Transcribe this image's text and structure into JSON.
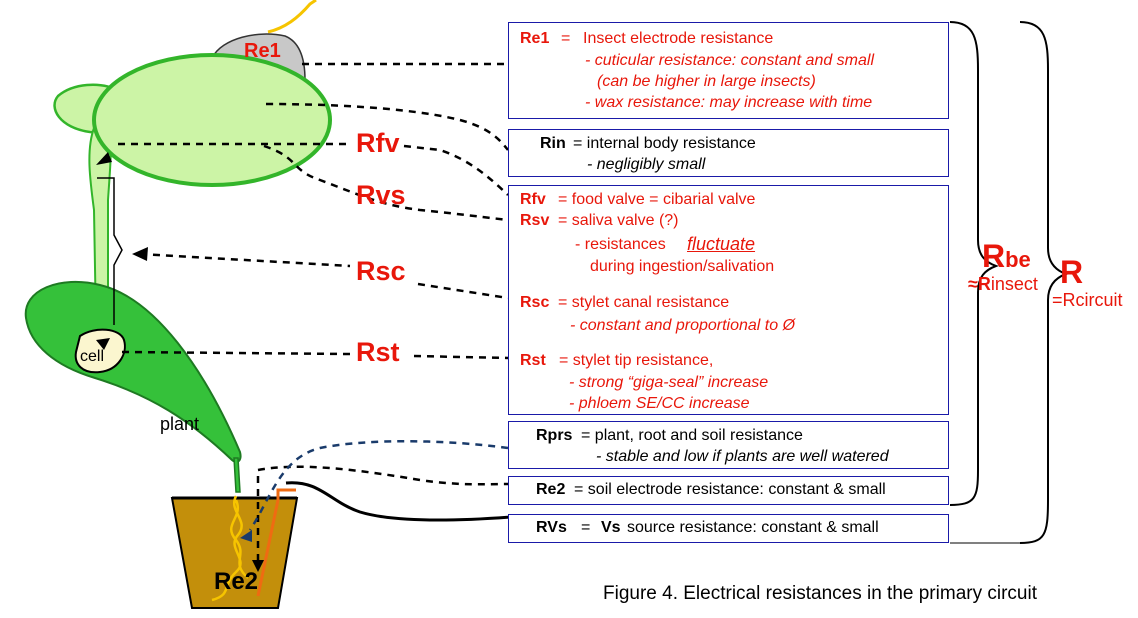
{
  "colors": {
    "accent_red": "#e8170b",
    "box_border": "#1a1aa8",
    "insect_fill": "#ccf4a6",
    "insect_outline": "#33b52a",
    "plant_leaf": "#35c13a",
    "pot": "#c38f0b",
    "wire_yellow": "#f6c400",
    "electrode_orange": "#ef6b12",
    "dash_blue": "#1a3b6b"
  },
  "diagram": {
    "labels": {
      "re1": "Re1",
      "rfv": "Rfv",
      "rvs": "Rvs",
      "rsc": "Rsc",
      "rst": "Rst",
      "cell": "cell",
      "plant": "plant",
      "re2": "Re2"
    },
    "boxes": {
      "re1": {
        "code": "Re1",
        "sep": "=",
        "desc": "Insect electrode resistance",
        "line2": "- cuticular resistance: constant and small",
        "line3": "(can be higher in large insects)",
        "line4": "- wax resistance: may increase with time"
      },
      "rin": {
        "code": "Rin",
        "desc": "= internal body resistance",
        "line2": "- negligibly small"
      },
      "valves": {
        "rfv_code": "Rfv",
        "rfv_desc": "= food valve = cibarial valve",
        "rsv_code": "Rsv",
        "rsv_desc": "= saliva valve (?)",
        "fluct_prefix": "- resistances",
        "fluct_word": "fluctuate",
        "fluct_line2": "during ingestion/salivation",
        "rsc_code": "Rsc",
        "rsc_desc": "= stylet canal resistance",
        "rsc_line2": "- constant and proportional to Ø",
        "rst_code": "Rst",
        "rst_desc": "= stylet tip resistance,",
        "rst_line2": "- strong “giga-seal” increase",
        "rst_line3": "- phloem SE/CC increase"
      },
      "rprs": {
        "code": "Rprs",
        "desc": "= plant, root and soil resistance",
        "line2": "- stable and low if plants are well watered"
      },
      "re2": {
        "code": "Re2",
        "desc": "= soil electrode resistance: constant & small"
      },
      "rvs": {
        "code": "RVs",
        "mid": "=",
        "vs": "Vs",
        "desc": "source resistance: constant & small"
      }
    },
    "brace_labels": {
      "rbe_main": "R",
      "rbe_sub": "be",
      "rinsect_prefix": "≈R",
      "rinsect_sub": "insect",
      "r_main": "R",
      "rcircuit_prefix": "=R",
      "rcircuit_sub": "circuit"
    },
    "caption": "Figure 4. Electrical resistances in the primary circuit"
  }
}
